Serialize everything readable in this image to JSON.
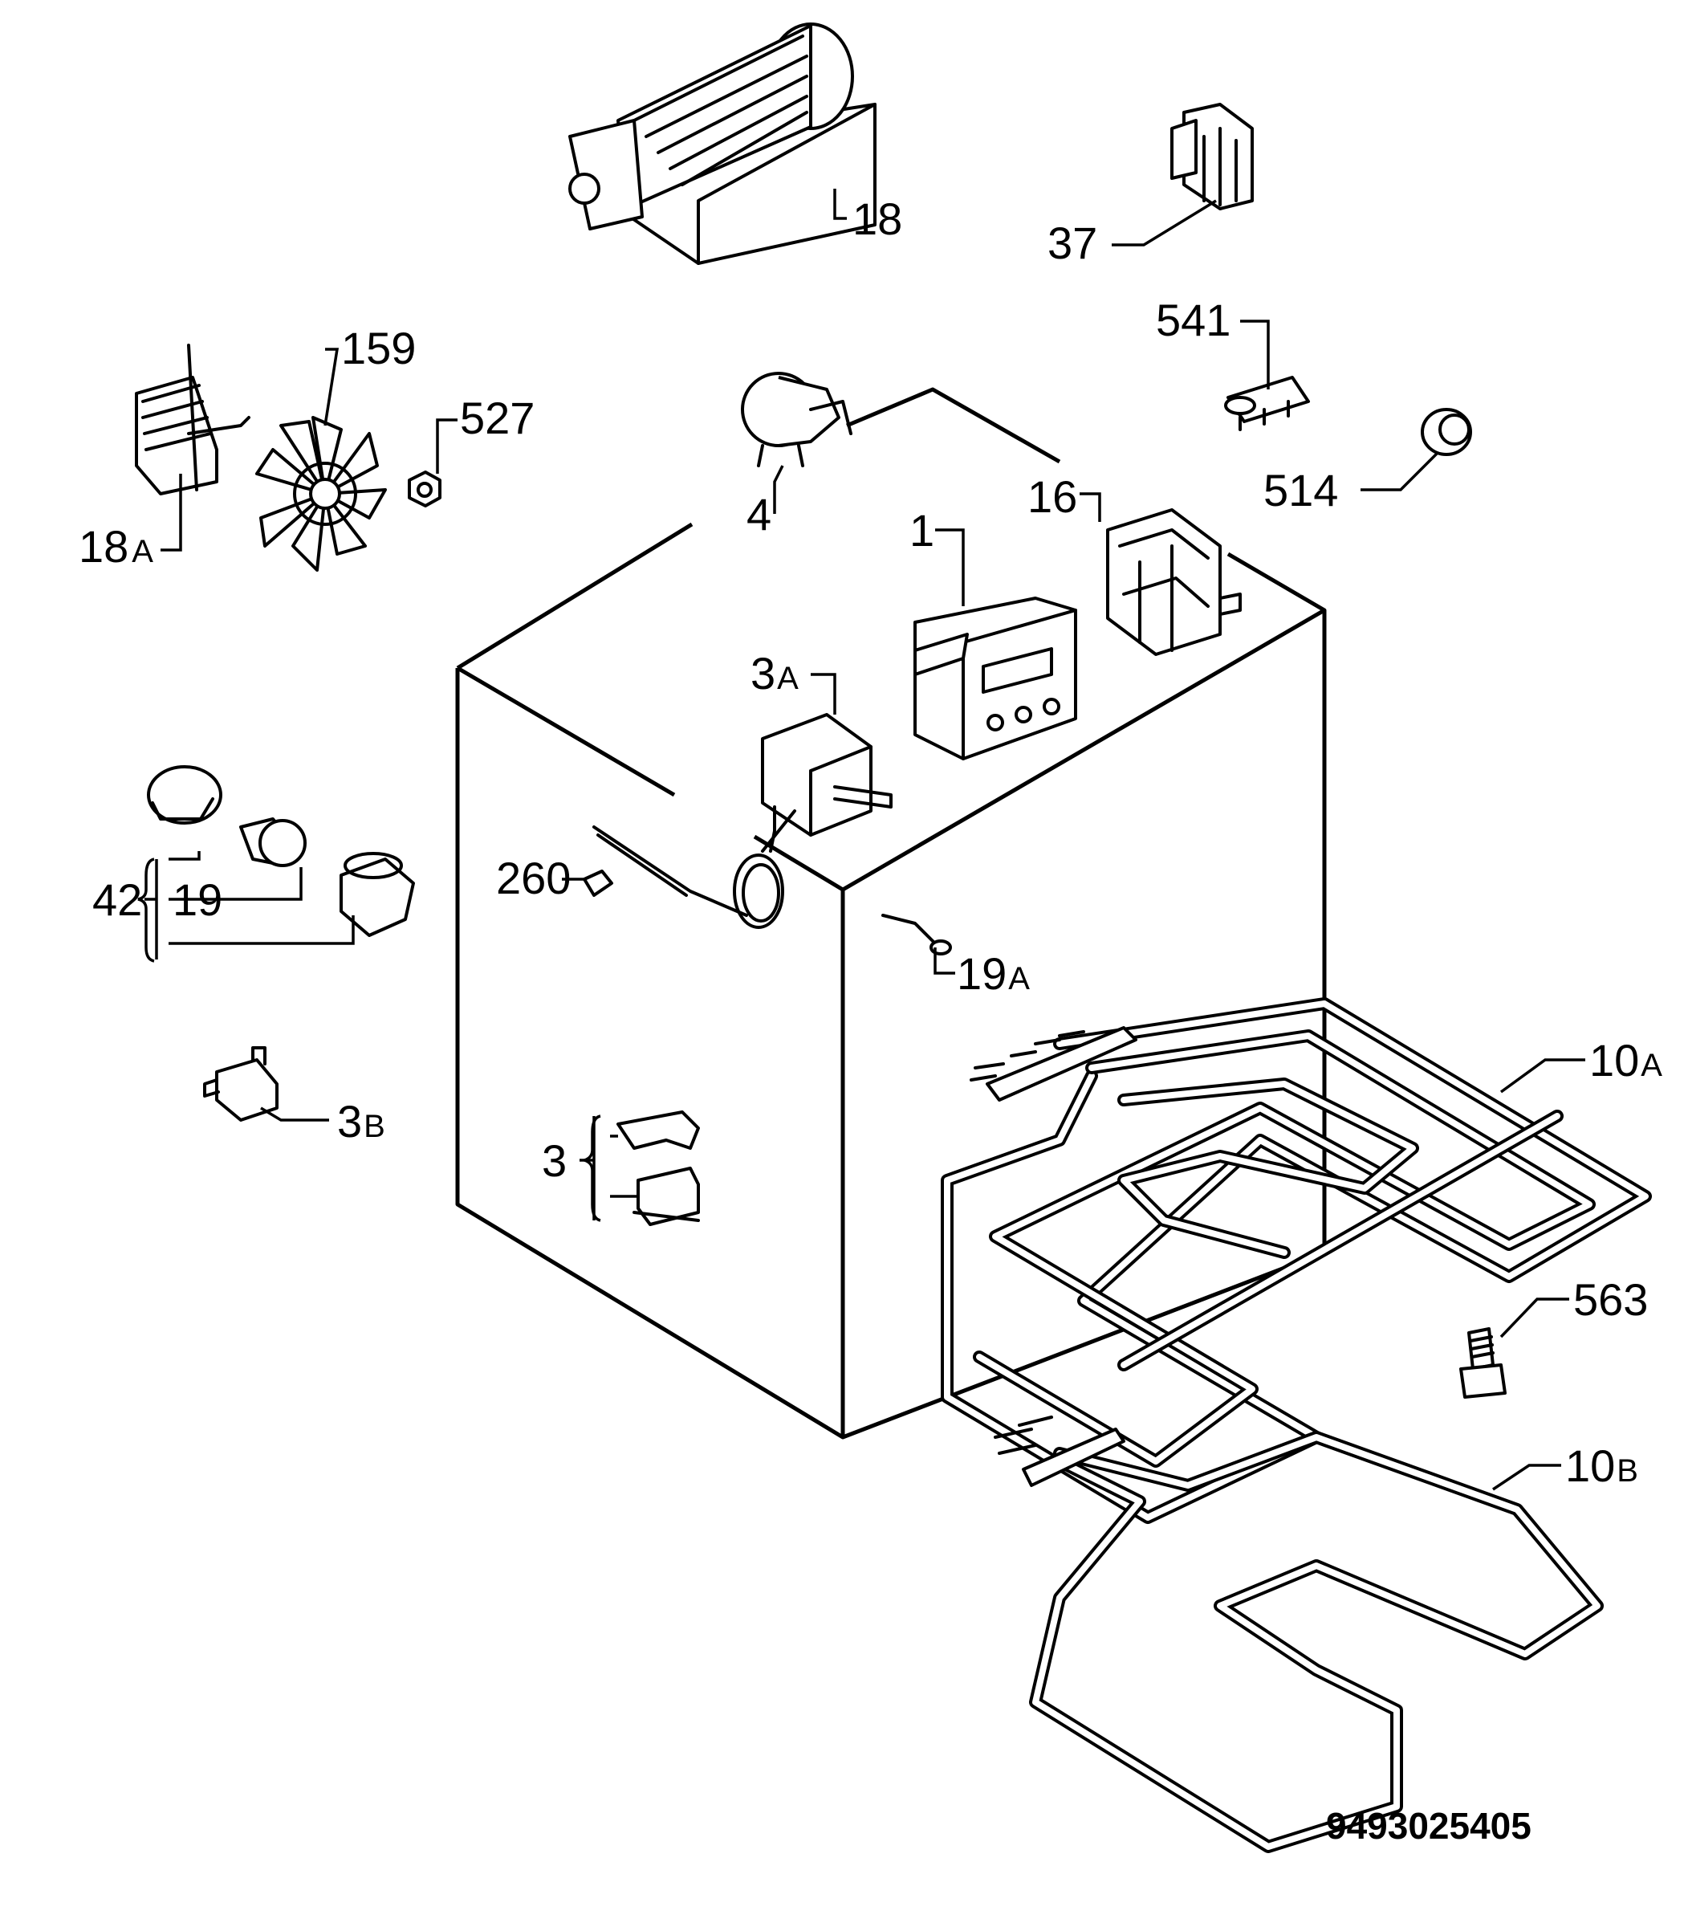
{
  "labels": {
    "p18": "18",
    "p37": "37",
    "p159": "159",
    "p18a_num": "18",
    "p18a_suf": "A",
    "p527": "527",
    "p541": "541",
    "p4": "4",
    "p514": "514",
    "p16": "16",
    "p1": "1",
    "p3a_num": "3",
    "p3a_suf": "A",
    "p260": "260",
    "p42": "42",
    "p19": "19",
    "p19a_num": "19",
    "p19a_suf": "A",
    "p10a_num": "10",
    "p10a_suf": "A",
    "p3b_num": "3",
    "p3b_suf": "B",
    "p3": "3",
    "p563": "563",
    "p10b_num": "10",
    "p10b_suf": "B"
  },
  "document_number": "9493025405"
}
